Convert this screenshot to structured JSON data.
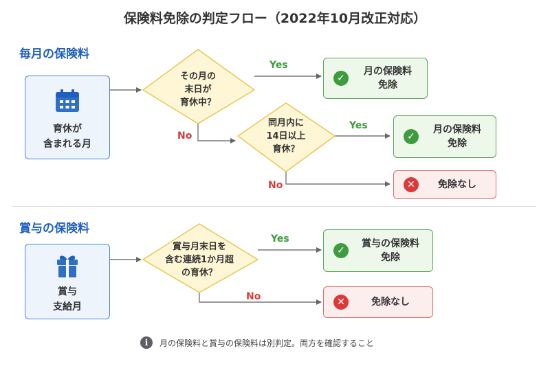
{
  "title": "保険料免除の判定フロー（2022年10月改正対応）",
  "monthly": {
    "heading": "毎月の保険料",
    "start_icon": "calendar-icon",
    "start_label": "育休が\n含まれる月",
    "q1": "その月の\n末日が\n育休中？",
    "q1_yes": "Yes",
    "q1_no": "No",
    "r1": "月の保険料\n免除",
    "q2": "同月内に\n14日以上\n育休？",
    "q2_yes": "Yes",
    "q2_no": "No",
    "r2": "月の保険料\n免除",
    "r3": "免除なし"
  },
  "bonus": {
    "heading": "賞与の保険料",
    "start_icon": "gift-icon",
    "start_label": "賞与\n支給月",
    "q1": "賞与月末日を\n含む連続1か月超\nの育休？",
    "q1_yes": "Yes",
    "q1_no": "No",
    "r1": "賞与の保険料\n免除",
    "r2": "免除なし"
  },
  "note": {
    "icon": "info-icon",
    "text": "月の保険料と賞与の保険料は別判定。両方を確認すること"
  },
  "colors": {
    "accent": "#1f5fbf",
    "start_border": "#4a86d4",
    "decision_fill": "#fff6d6",
    "decision_border": "#e8c34a",
    "ok_green": "#3f9b3f",
    "ng_red": "#d93a3a"
  }
}
